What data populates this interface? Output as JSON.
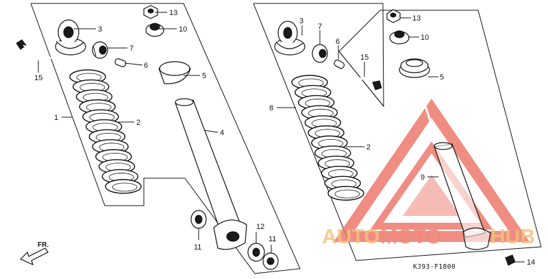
{
  "labels": {
    "p1": "1",
    "p2": "2",
    "p3": "3",
    "p4": "4",
    "p5": "5",
    "p6": "6",
    "p7": "7",
    "p8": "8",
    "p9": "9",
    "p10": "10",
    "p11": "11",
    "p12": "12",
    "p13": "13",
    "p14": "14",
    "p15": "15"
  },
  "diagram_code": "KJ93-F1800",
  "direction_label": "FR.",
  "watermark": {
    "text_a": "AUTO",
    "text_b": "MOTO",
    "text_c": "HUB",
    "colors": {
      "primary": "#f08a7a",
      "secondary": "#f3c07f",
      "logo_red": "#ee7a6e"
    }
  },
  "colors": {
    "ink": "#111111",
    "paper": "#ffffff"
  }
}
